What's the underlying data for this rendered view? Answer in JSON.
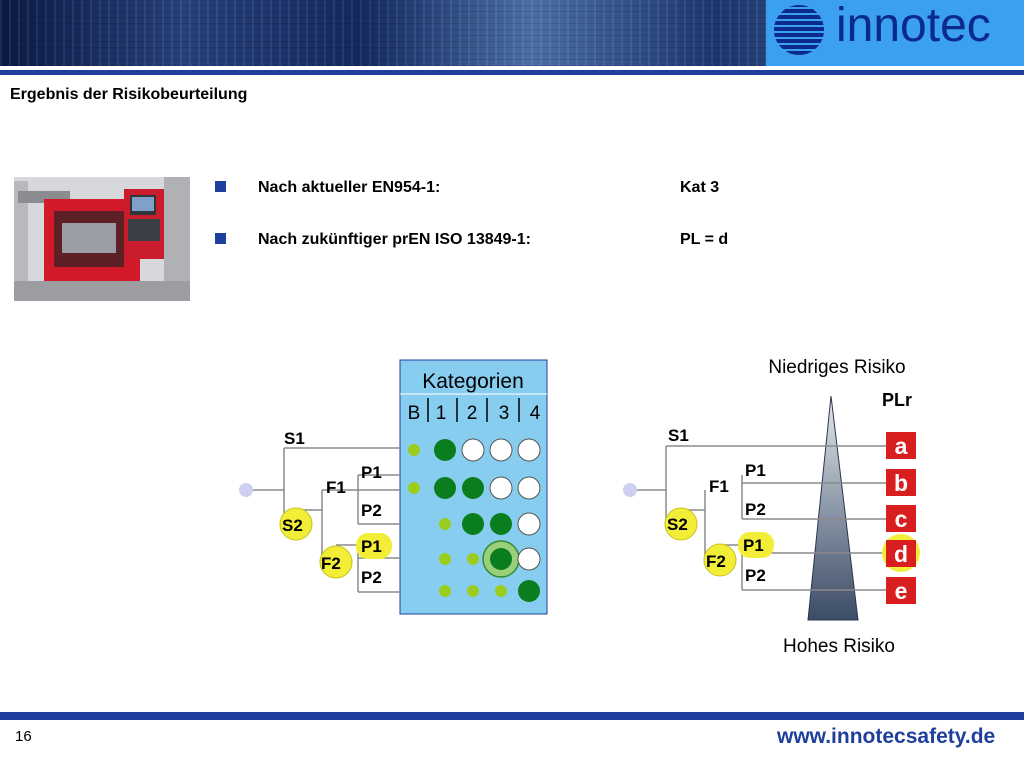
{
  "header": {
    "logo_text": "innotec"
  },
  "slide": {
    "title": "Ergebnis der Risikobeurteilung"
  },
  "bullets": [
    {
      "label": "Nach aktueller EN954-1:",
      "value": "Kat 3"
    },
    {
      "label": "Nach zukünftiger prEN ISO 13849-1:",
      "value": "PL = d"
    }
  ],
  "left_graph": {
    "header": "Kategorien",
    "categories": [
      "B",
      "1",
      "2",
      "3",
      "4"
    ],
    "labels": {
      "s1": "S1",
      "s2": "S2",
      "f1": "F1",
      "f2": "F2",
      "p1a": "P1",
      "p2a": "P2",
      "p1b": "P1",
      "p2b": "P2"
    }
  },
  "right_graph": {
    "low_risk": "Niedriges Risiko",
    "high_risk": "Hohes Risiko",
    "plr": "PLr",
    "levels": [
      "a",
      "b",
      "c",
      "d",
      "e"
    ],
    "labels": {
      "s1": "S1",
      "s2": "S2",
      "f1": "F1",
      "f2": "F2",
      "p1a": "P1",
      "p2a": "P2",
      "p1b": "P1",
      "p2b": "P2"
    }
  },
  "footer": {
    "page_number": "16",
    "website": "www.innotecsafety.de"
  },
  "colors": {
    "brand_blue": "#1e3f9e",
    "panel_blue": "#87cdf0",
    "dark_green": "#0a7d1e",
    "light_green": "#9acd1e",
    "yellow": "#f2ee38",
    "level_red": "#d81e1e",
    "node_lavender": "#cdd0f0"
  }
}
